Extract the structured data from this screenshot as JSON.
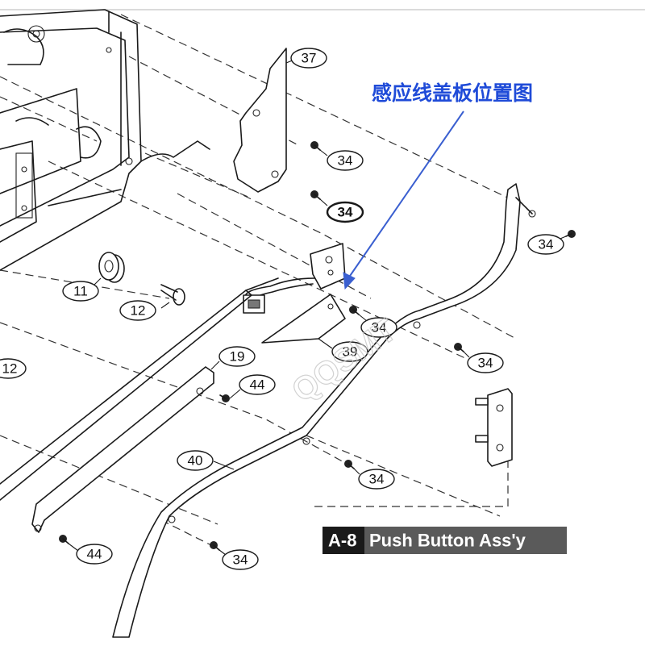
{
  "annotation": {
    "text": "感应线盖板位置图",
    "color": "#1f4bd8"
  },
  "assembly_label": {
    "code": "A-8",
    "title": "Push Button Ass'y"
  },
  "watermark": "QQSMT",
  "callouts": [
    {
      "id": "c37",
      "text": "37"
    },
    {
      "id": "c34a",
      "text": "34"
    },
    {
      "id": "c34b",
      "text": "34",
      "bold": true
    },
    {
      "id": "c34c",
      "text": "34"
    },
    {
      "id": "c34d",
      "text": "34"
    },
    {
      "id": "c34e",
      "text": "34"
    },
    {
      "id": "c34f",
      "text": "34"
    },
    {
      "id": "c34g",
      "text": "34"
    },
    {
      "id": "c39",
      "text": "39"
    },
    {
      "id": "c11",
      "text": "11"
    },
    {
      "id": "c12a",
      "text": "12"
    },
    {
      "id": "c12b",
      "text": "12"
    },
    {
      "id": "c19",
      "text": "19"
    },
    {
      "id": "c44a",
      "text": "44"
    },
    {
      "id": "c44b",
      "text": "44"
    },
    {
      "id": "c40",
      "text": "40"
    }
  ]
}
